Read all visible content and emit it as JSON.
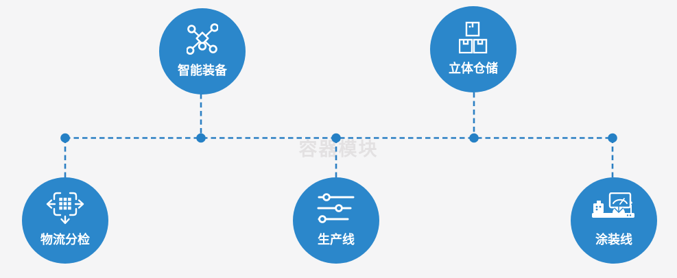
{
  "page": {
    "watermark": "容器模块",
    "background": "#f5f5f6"
  },
  "colors": {
    "node_fill": "#2b87cb",
    "connector_line": "#2b7fc3",
    "junction_dot": "#2580c5",
    "icon_stroke": "#ffffff",
    "label_text": "#ffffff",
    "watermark_text": "#e3e1e2"
  },
  "nodes": [
    {
      "id": "intelligent-equipment",
      "label": "智能装备",
      "icon": "network-icon",
      "row": "top"
    },
    {
      "id": "stereo-warehouse",
      "label": "立体仓储",
      "icon": "stacked-boxes-icon",
      "row": "top"
    },
    {
      "id": "logistics-sorting",
      "label": "物流分检",
      "icon": "sorting-arrows-icon",
      "row": "bottom"
    },
    {
      "id": "production-line",
      "label": "生产线",
      "icon": "sliders-icon",
      "row": "bottom"
    },
    {
      "id": "coating-line",
      "label": "涂装线",
      "icon": "coating-machine-icon",
      "row": "bottom"
    }
  ],
  "connections": {
    "style": "dashed-bus-with-junction-dots",
    "bus_links": [
      "物流分检",
      "智能装备",
      "生产线",
      "立体仓储",
      "涂装线"
    ]
  }
}
